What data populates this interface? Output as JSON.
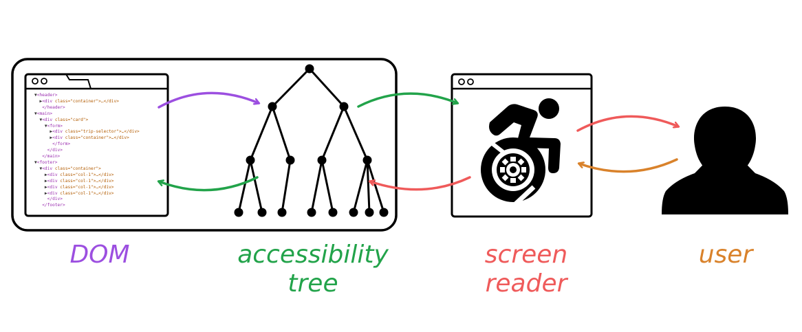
{
  "colors": {
    "dom": "#9c4fe0",
    "tree": "#22a34a",
    "screen_reader": "#ef5a5a",
    "user": "#d9822b",
    "ink": "#000000"
  },
  "icons": {
    "screen_reader_window": "accessible-wheelchair-icon",
    "user": "user-silhouette-icon"
  },
  "dom_code": [
    {
      "indent": 0,
      "marker": "▼",
      "tag": "<header>",
      "rest": ""
    },
    {
      "indent": 1,
      "marker": "▶",
      "tag": "<div ",
      "rest": "class=\"container\">…</div>"
    },
    {
      "indent": 1,
      "marker": "",
      "tag": "</header>",
      "rest": ""
    },
    {
      "indent": 0,
      "marker": "▼",
      "tag": "<main>",
      "rest": ""
    },
    {
      "indent": 1,
      "marker": "▼",
      "tag": "<div ",
      "rest": "class=\"card\">"
    },
    {
      "indent": 2,
      "marker": "▼",
      "tag": "<form>",
      "rest": ""
    },
    {
      "indent": 3,
      "marker": "▶",
      "tag": "<div ",
      "rest": "class=\"trip-selector\">…</div>"
    },
    {
      "indent": 3,
      "marker": "▶",
      "tag": "<div ",
      "rest": "class=\"container\">…</div>"
    },
    {
      "indent": 3,
      "marker": "",
      "tag": "</form>",
      "rest": ""
    },
    {
      "indent": 2,
      "marker": "",
      "tag": "</div>",
      "rest": ""
    },
    {
      "indent": 1,
      "marker": "",
      "tag": "</main>",
      "rest": ""
    },
    {
      "indent": 0,
      "marker": "▼",
      "tag": "<footer>",
      "rest": ""
    },
    {
      "indent": 1,
      "marker": "▼",
      "tag": "<div ",
      "rest": "class=\"container\">"
    },
    {
      "indent": 2,
      "marker": "▶",
      "tag": "<div ",
      "rest": "class=\"col-1\">…</div>"
    },
    {
      "indent": 2,
      "marker": "▶",
      "tag": "<div ",
      "rest": "class=\"col-1\">…</div>"
    },
    {
      "indent": 2,
      "marker": "▶",
      "tag": "<div ",
      "rest": "class=\"col-1\">…</div>"
    },
    {
      "indent": 2,
      "marker": "▶",
      "tag": "<div ",
      "rest": "class=\"col-1\">…</div>"
    },
    {
      "indent": 2,
      "marker": "",
      "tag": "</div>",
      "rest": ""
    },
    {
      "indent": 1,
      "marker": "",
      "tag": "</footer>",
      "rest": ""
    }
  ],
  "labels": {
    "dom": "DOM",
    "tree_line1": "accessibility",
    "tree_line2": "tree",
    "screen_reader_line1": "screen",
    "screen_reader_line2": "reader",
    "user": "user"
  }
}
